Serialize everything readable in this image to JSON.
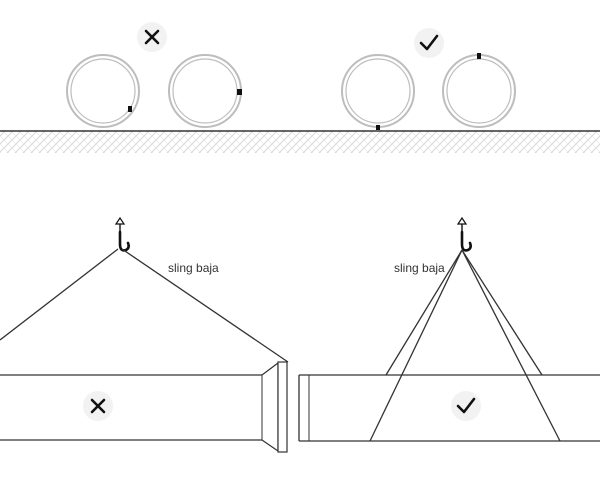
{
  "labels": {
    "sling_left": "sling baja",
    "sling_right": "sling baja"
  },
  "marks": {
    "wrong": "wrong-mark",
    "correct": "correct-mark"
  },
  "colors": {
    "line": "#333333",
    "ring": "#bdbdbd",
    "ground_hatch": "#cfcfcf",
    "badge_bg": "#f2f2f2",
    "background": "#ffffff"
  }
}
